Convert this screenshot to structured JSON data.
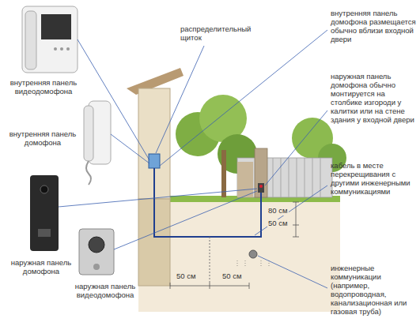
{
  "diagram": {
    "labels": [
      "внутренняя панель видеодомофона",
      "распределительный щиток",
      "внутренняя панель домофона размещается обычно вблизи входной двери",
      "внутренняя панель домофона",
      "наружная панель домофона обычно монтируется на столбике изгороди у калитки или на стене здания у входной двери",
      "кабель в месте перекрещивания с другими инженерными коммуникациями",
      "80 см",
      "50 см",
      "наружная панель домофона",
      "наружная панель видеодомофона",
      "50 см",
      "50 см",
      "инженерные коммуникации (например, водопроводная, канализационная или газовая труба)"
    ]
  }
}
